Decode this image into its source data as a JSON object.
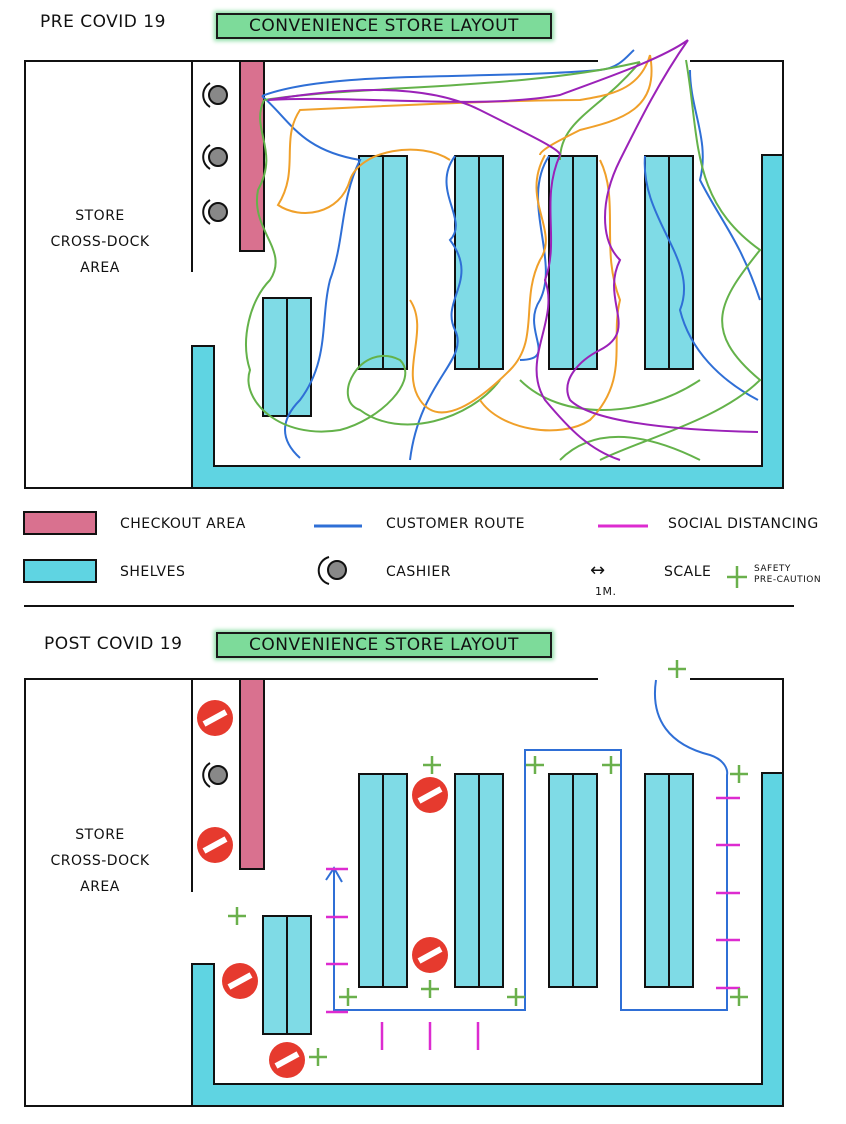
{
  "pre_covid": {
    "section_label": "Pre Covid 19",
    "title": "Convenience Store Layout",
    "cross_dock_label": [
      "Store",
      "Cross-Dock",
      "Area"
    ],
    "cashiers": 3,
    "route_colors": [
      "#2f6fd6",
      "#64b24a",
      "#f0a02a",
      "#9b22b8"
    ]
  },
  "legend": {
    "checkout": "Checkout Area",
    "customer_route": "Customer Route",
    "social_distancing": "Social Distancing",
    "shelves": "Shelves",
    "cashier": "Cashier",
    "scale_symbol": "↔",
    "scale_unit": "1m.",
    "scale": "Scale",
    "safety_line1": "Safety",
    "safety_line2": "Pre-caution"
  },
  "post_covid": {
    "section_label": "Post Covid 19",
    "title": "Convenience Store Layout",
    "cross_dock_label": [
      "Store",
      "Cross-Dock",
      "Area"
    ],
    "cashiers_active": 1,
    "closed_markers": 6
  },
  "colors": {
    "checkout": "#d9718f",
    "shelf": "#7fdbe6",
    "shelf_dark": "#52cfe0",
    "route": "#2f6fd6",
    "social": "#dd2bd0",
    "safety": "#6ab04c",
    "closed": "#e63a2e",
    "title_bg": "#7ddb9a"
  }
}
